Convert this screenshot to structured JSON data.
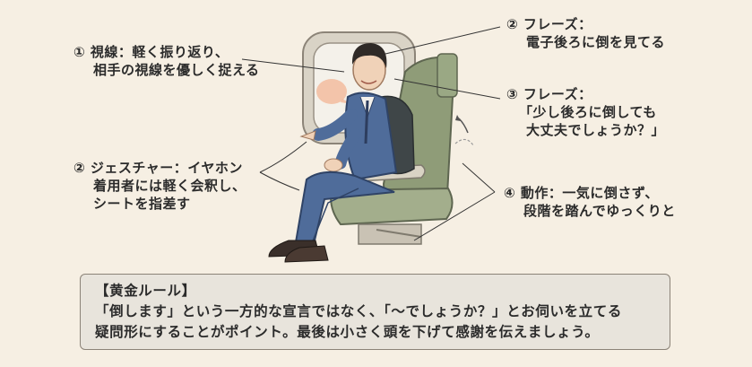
{
  "annotations": {
    "gaze": {
      "lines": [
        "① 視線：軽く振り返り、",
        "相手の視線を優しく捉える"
      ]
    },
    "phrase_1": {
      "lines": [
        "② フレーズ：",
        "電子後ろに倒を見てる"
      ]
    },
    "phrase_2": {
      "lines": [
        "③ フレーズ：",
        "「少し後ろに倒しても",
        "大丈夫でしょうか？」"
      ]
    },
    "gesture": {
      "lines": [
        "② ジェスチャー：イヤホン",
        "着用者には軽く会釈し、",
        "シートを指差す"
      ]
    },
    "motion": {
      "lines": [
        "④ 動作：一気に倒さず、",
        "段階を踏んでゆっくりと"
      ]
    }
  },
  "golden_rule": {
    "title": "【黄金ルール】",
    "lines": [
      "「倒します」という一方的な宣言ではなく、「～でしょうか？」とお伺いを立てる",
      "疑問形にすることがポイント。最後は小さく頭を下げて感謝を伝えましょう。"
    ]
  },
  "colors": {
    "background": "#f6efe3",
    "suit": "#4f6c9a",
    "seat": "#8f9c78",
    "rule_box": "#e8e4dc",
    "rule_border": "#8b8378"
  },
  "icons": {
    "speech": "speech-bubble-icon",
    "motion": "recline-arrow-icon"
  }
}
